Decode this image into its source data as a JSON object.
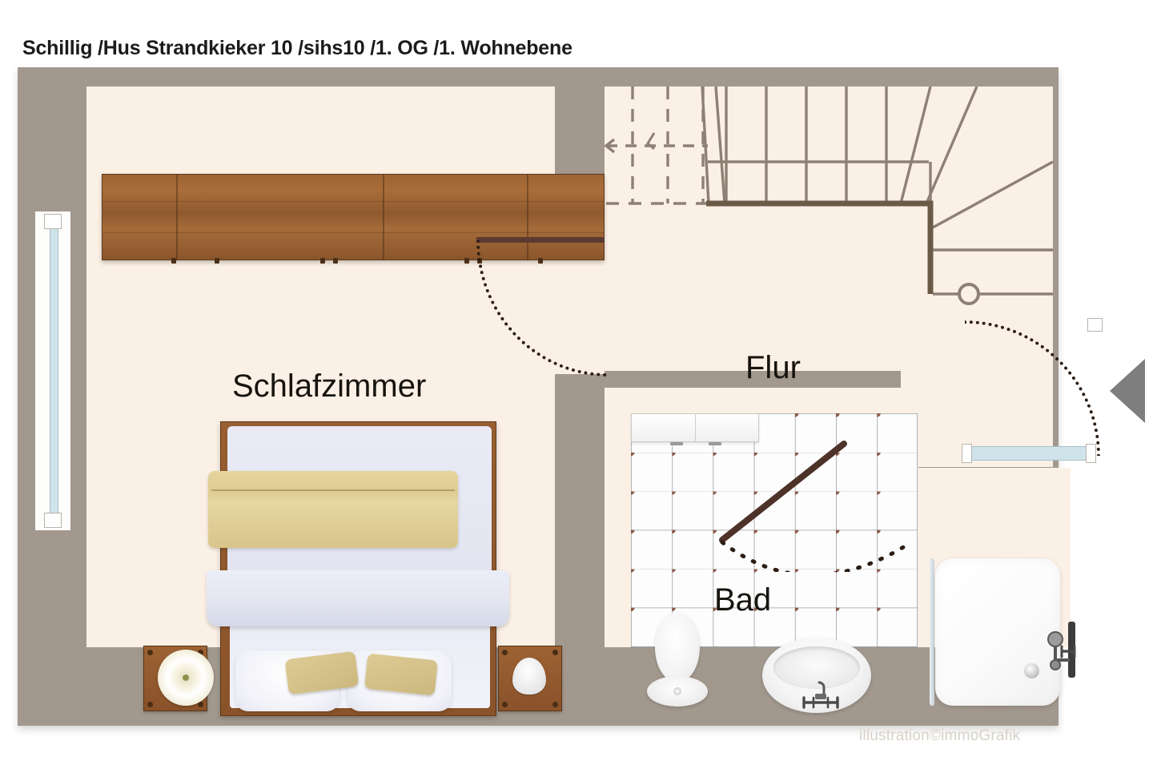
{
  "title": "Schillig /Hus Strandkieker 10 /sihs10 /1. OG /1. Wohnebene",
  "watermark": "illustration©immoGrafik",
  "rooms": [
    {
      "key": "bedroom",
      "label": "Schlafzimmer"
    },
    {
      "key": "hallway",
      "label": "Flur"
    },
    {
      "key": "bathroom",
      "label": "Bad"
    }
  ],
  "colors": {
    "wall": "#a2988e",
    "floor": "#fbf0e5",
    "wardrobe_wood": "#9d6434",
    "bed_wood": "#9a5f30",
    "throw_beige": "#dfcb92",
    "linen_white": "#e7e9f3",
    "tile_white": "#fdfdfd",
    "tile_dot": "#8a5b49",
    "tile_grout": "#9aa0a2",
    "stair_line": "#8d8175",
    "door_leaf": "#5b3a30",
    "door_arc": "#2b1d14",
    "window_glass": "#cfe3ea",
    "nav_arrow": "#7e7e7e",
    "title_text": "#1b1b1b",
    "label_text": "#17140f",
    "watermark_text": "#d8d1c9"
  },
  "elements": {
    "wardrobe": "Kleiderschrank",
    "bed": "Doppelbett",
    "nightstand_left": "Nachttisch links",
    "nightstand_right": "Nachttisch rechts",
    "lamp": "Nachttischlampe",
    "staircase": "Treppe",
    "toilet": "WC",
    "sink": "Waschbecken",
    "bathtub": "Badewanne",
    "vanity": "Badschrank",
    "window_bedroom": "Fenster Schlafzimmer",
    "entry_door": "Eingangstür",
    "bedroom_door": "Tür Schlafzimmer",
    "bathroom_door": "Tür Bad",
    "nav_arrow": "Navigationspfeil"
  },
  "plan": {
    "level": "1. OG",
    "living_level": "1. Wohnebene",
    "property_code": "sihs10",
    "property_name": "Hus Strandkieker 10",
    "location": "Schillig"
  }
}
